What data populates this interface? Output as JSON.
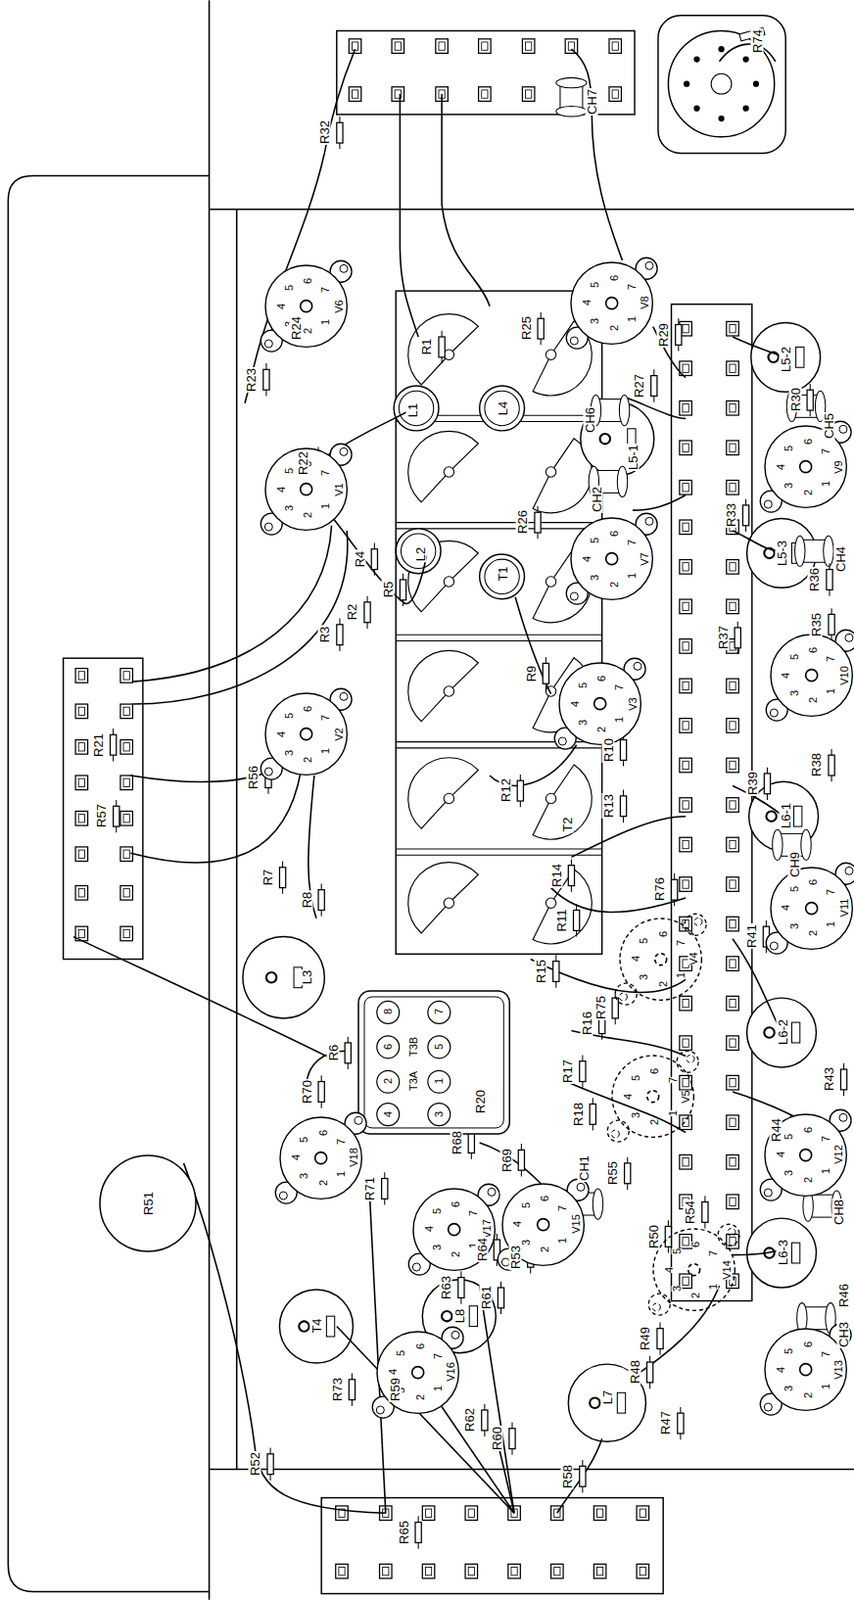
{
  "diagram": {
    "nodes": [
      {
        "text": [
          "V6",
          "1",
          "2",
          "3",
          "4",
          "5",
          "6",
          "7"
        ]
      },
      {
        "text": [
          "V8",
          "1",
          "2",
          "3",
          "4",
          "5",
          "6",
          "7"
        ]
      },
      {
        "text": [
          "V9",
          "1",
          "2",
          "3",
          "4",
          "5",
          "6",
          "7"
        ]
      },
      {
        "text": [
          "V1",
          "1",
          "2",
          "3",
          "4",
          "5",
          "6",
          "7"
        ]
      },
      {
        "text": [
          "V7",
          "1",
          "2",
          "3",
          "4",
          "5",
          "6",
          "7"
        ]
      },
      {
        "text": [
          "V10",
          "1",
          "2",
          "3",
          "4",
          "5",
          "6",
          "7"
        ]
      },
      {
        "text": [
          "V3",
          "1",
          "2",
          "3",
          "4",
          "5",
          "6",
          "7"
        ]
      },
      {
        "text": [
          "V2",
          "1",
          "2",
          "3",
          "4",
          "5",
          "6",
          "7"
        ]
      },
      {
        "text": [
          "V11",
          "1",
          "2",
          "3",
          "4",
          "5",
          "6",
          "7"
        ]
      },
      {
        "text": [
          "V4",
          "1",
          "2",
          "3",
          "4",
          "5",
          "6",
          "7"
        ]
      },
      {
        "text": [
          "8",
          "7",
          "6",
          "5",
          "T3B",
          "2",
          "1",
          "T3A",
          "4",
          "3"
        ]
      },
      {
        "text": [
          "V5",
          "1",
          "2",
          "3",
          "4",
          "5",
          "6",
          "7"
        ]
      },
      {
        "text": [
          "V18",
          "1",
          "2",
          "3",
          "4",
          "5",
          "6",
          "7"
        ]
      },
      {
        "text": [
          "V12",
          "1",
          "2",
          "3",
          "4",
          "5",
          "6",
          "7"
        ]
      },
      {
        "text": [
          "V17",
          "1",
          "2",
          "3",
          "4",
          "5",
          "6",
          "7"
        ]
      },
      {
        "text": [
          "V15",
          "1",
          "2",
          "3",
          "4",
          "5",
          "6",
          "7"
        ]
      },
      {
        "text": [
          "R51"
        ]
      },
      {
        "text": [
          "V14",
          "1",
          "2",
          "3",
          "4",
          "5",
          "6",
          "7"
        ]
      },
      {
        "text": [
          "V16",
          "1",
          "2",
          "3",
          "4",
          "5",
          "6",
          "7"
        ]
      },
      {
        "text": [
          "V13",
          "1",
          "2",
          "3",
          "4",
          "5",
          "6",
          "7"
        ]
      }
    ],
    "labels": [
      "R74",
      "CH7",
      "R32",
      "R24",
      "R23",
      "R1",
      "L1",
      "R25",
      "L4",
      "R29",
      "R27",
      "CH6",
      "L5-1",
      "L5-2",
      "R30",
      "CH5",
      "R22",
      "R4",
      "R5",
      "R3",
      "R2",
      "L2",
      "CH2",
      "R26",
      "T1",
      "R33",
      "L5-3",
      "CH4",
      "R36",
      "R35",
      "R37",
      "R9",
      "R10",
      "R38",
      "R39",
      "L6-1",
      "CH9",
      "R21",
      "R57",
      "R56",
      "R12",
      "R13",
      "T2",
      "R14",
      "R76",
      "R7",
      "R8",
      "R11",
      "R41",
      "R15",
      "R75",
      "L3",
      "R16",
      "L6-2",
      "R17",
      "R43",
      "R20",
      "R6",
      "R70",
      "R44",
      "R18",
      "R55",
      "R68",
      "R69",
      "CH1",
      "R71",
      "CH8",
      "R54",
      "R50",
      "L6-3",
      "R53",
      "R64",
      "R63",
      "R61",
      "R46",
      "CH3",
      "T4",
      "L8",
      "R49",
      "R48",
      "R73",
      "R59",
      "L7",
      "R47",
      "R62",
      "R60",
      "R52",
      "R58",
      "R65"
    ]
  }
}
